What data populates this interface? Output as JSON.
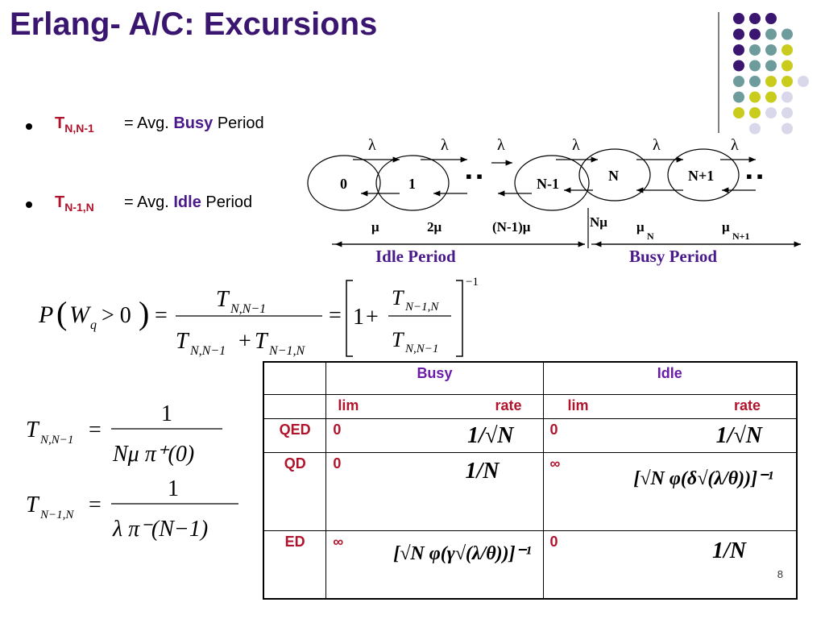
{
  "slide": {
    "title": "Erlang- A/C: Excursions",
    "page_number": "8",
    "accent_color": "#3b1670",
    "red_color": "#b0142c",
    "dot_colors": [
      "#3b1670",
      "#6e9c9c",
      "#c9cc1c",
      "#d8d8ea"
    ]
  },
  "bullets": [
    {
      "sym": "T",
      "sub": "N,N-1",
      "pre": "= Avg. ",
      "key": "Busy",
      "post": " Period"
    },
    {
      "sym": "T",
      "sub": "N-1,N",
      "pre": "= Avg. ",
      "key": "Idle",
      "post": " Period"
    }
  ],
  "diagram": {
    "states": [
      "0",
      "1",
      "N-1",
      "N",
      "N+1"
    ],
    "lambda": "λ",
    "ellipsis": "▪ ▪",
    "service_rates": [
      "μ",
      "2μ",
      "(N-1)μ",
      "Nμ"
    ],
    "mu_n": {
      "base": "μ",
      "sub": "N"
    },
    "mu_n1": {
      "base": "μ",
      "sub": "N+1"
    },
    "idle_label": "Idle Period",
    "busy_label": "Busy Period"
  },
  "formulas": {
    "main": {
      "lhs_p": "P",
      "lhs_w": "W",
      "lhs_q": "q",
      "lhs_rel": "> 0",
      "num_t": "T",
      "num_sub": "N,N−1",
      "den_t1": "T",
      "den_sub1": "N,N−1",
      "plus": "+",
      "den_t2": "T",
      "den_sub2": "N−1,N",
      "one": "1",
      "exp": "−1"
    },
    "busy": {
      "t": "T",
      "sub": "N,N−1",
      "num": "1",
      "den": "Nμ π⁺(0)"
    },
    "idle": {
      "t": "T",
      "sub": "N−1,N",
      "num": "1",
      "den": "λ π⁻(N−1)"
    }
  },
  "table": {
    "groups": [
      "Busy",
      "Idle"
    ],
    "subheaders": [
      "lim",
      "rate",
      "lim",
      "rate"
    ],
    "rows": [
      {
        "name": "QED",
        "busy_lim": "0",
        "busy_rate": "1/√N",
        "idle_lim": "0",
        "idle_rate": "1/√N"
      },
      {
        "name": "QD",
        "busy_lim": "0",
        "busy_rate": "1/N",
        "idle_lim": "∞",
        "idle_rate": "[√N φ(δ√(λ/θ))]⁻¹"
      },
      {
        "name": "ED",
        "busy_lim": "∞",
        "busy_rate": "[√N φ(γ√(λ/θ))]⁻¹",
        "idle_lim": "0",
        "idle_rate": "1/N"
      }
    ]
  }
}
